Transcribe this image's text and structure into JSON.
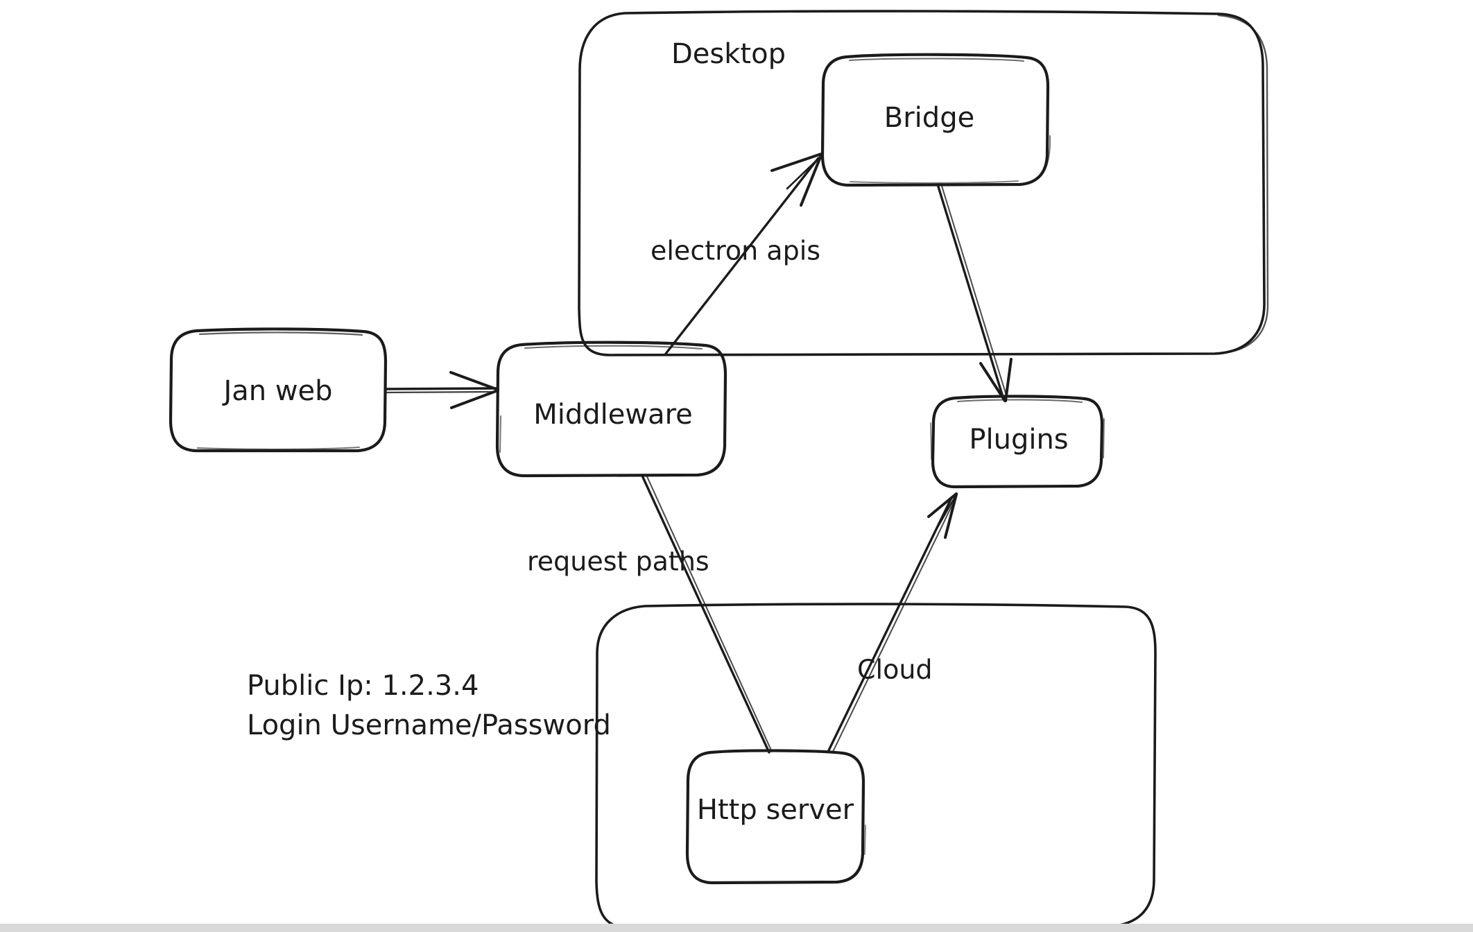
{
  "diagram": {
    "type": "architecture-flow-diagram",
    "style": "hand-drawn whiteboard sketch",
    "background_color": "#ffffff",
    "ink_color": "#1b1b1b",
    "groups": [
      {
        "id": "desktop",
        "label": "Desktop"
      },
      {
        "id": "cloud_region",
        "label": ""
      }
    ],
    "nodes": [
      {
        "id": "jan_web",
        "label": "Jan web"
      },
      {
        "id": "middleware",
        "label": "Middleware"
      },
      {
        "id": "bridge",
        "label": "Bridge"
      },
      {
        "id": "plugins",
        "label": "Plugins"
      },
      {
        "id": "http_server",
        "label": "Http server"
      }
    ],
    "edges": [
      {
        "id": "e1",
        "from": "jan_web",
        "to": "middleware",
        "label": ""
      },
      {
        "id": "e2",
        "from": "middleware",
        "to": "bridge",
        "label": "electron apis"
      },
      {
        "id": "e3",
        "from": "bridge",
        "to": "plugins",
        "label": ""
      },
      {
        "id": "e4",
        "from": "middleware",
        "to": "http_server",
        "label": "request paths"
      },
      {
        "id": "e5",
        "from": "http_server",
        "to": "plugins",
        "label": "Cloud"
      }
    ],
    "notes": [
      {
        "id": "n1",
        "line1": "Public Ip: 1.2.3.4",
        "line2": "Login Username/Password"
      }
    ]
  }
}
